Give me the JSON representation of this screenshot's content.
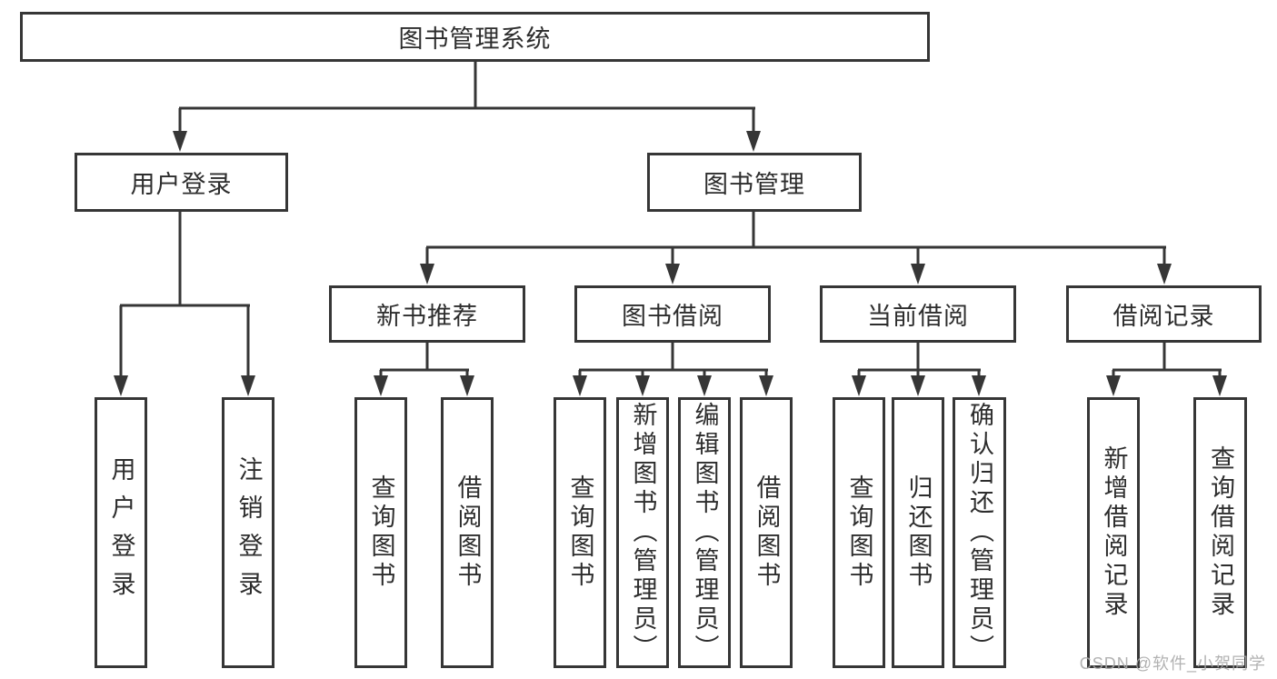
{
  "diagram_type": "hierarchy-tree",
  "tree": {
    "label": "图书管理系统",
    "children": [
      {
        "label": "用户登录",
        "children": [
          {
            "label": "用户登录"
          },
          {
            "label": "注销登录"
          }
        ]
      },
      {
        "label": "图书管理",
        "children": [
          {
            "label": "新书推荐",
            "children": [
              {
                "label": "查询图书"
              },
              {
                "label": "借阅图书"
              }
            ]
          },
          {
            "label": "图书借阅",
            "children": [
              {
                "label": "查询图书"
              },
              {
                "label": "新增图书（管理员）"
              },
              {
                "label": "编辑图书（管理员）"
              },
              {
                "label": "借阅图书"
              }
            ]
          },
          {
            "label": "当前借阅",
            "children": [
              {
                "label": "查询图书"
              },
              {
                "label": "归还图书"
              },
              {
                "label": "确认归还（管理员）"
              }
            ]
          },
          {
            "label": "借阅记录",
            "children": [
              {
                "label": "新增借阅记录"
              },
              {
                "label": "查询借阅记录"
              }
            ]
          }
        ]
      }
    ]
  },
  "watermark": {
    "text": "CSDN @软件_小贺同学"
  },
  "colors": {
    "line": "#363636",
    "box_border": "#363636",
    "text": "#2d2d2d",
    "watermark": "#aaaaaa",
    "background": "#ffffff"
  }
}
